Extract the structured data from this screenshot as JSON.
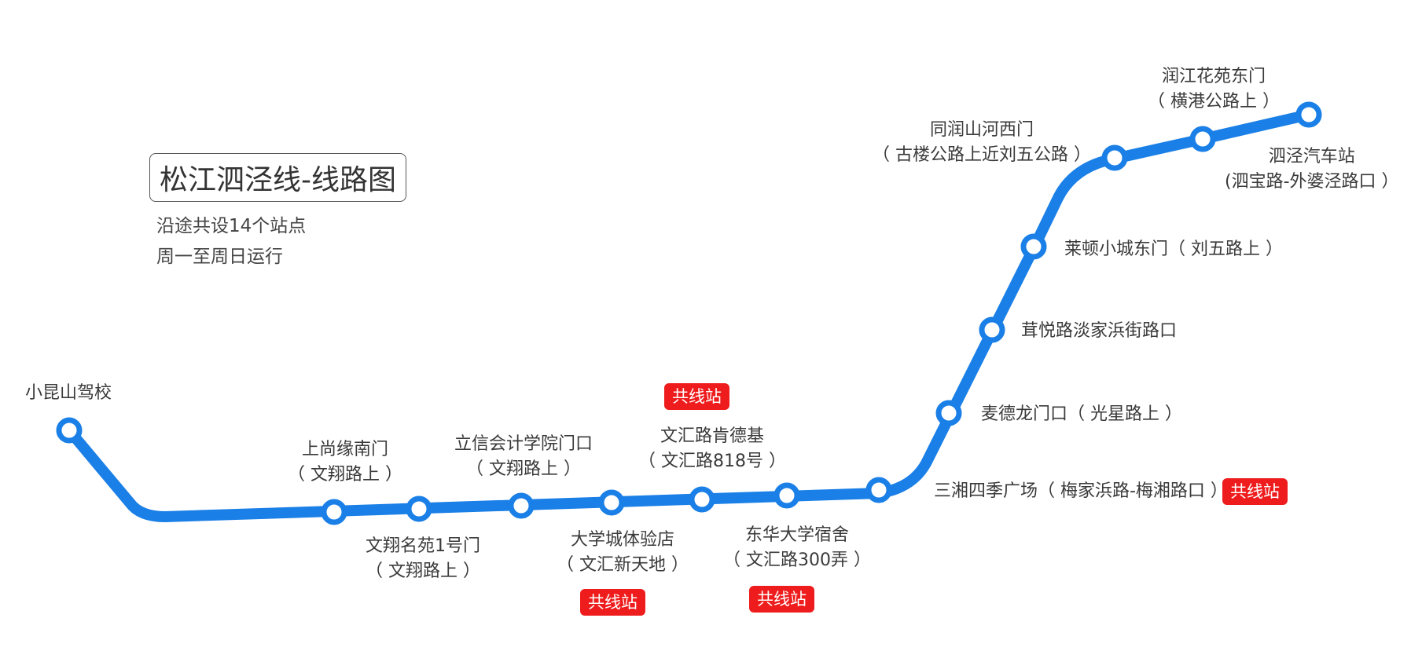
{
  "title": "松江泗泾线-线路图",
  "info": [
    "沿途共设14个站点",
    "周一至周日运行"
  ],
  "line_color": "#1a7fe6",
  "badge_color": "#ee1c1c",
  "badge_text": "共线站",
  "stations": [
    {
      "name": "小昆山驾校",
      "sub": ""
    },
    {
      "name": "上尚缘南门",
      "sub": "（ 文翔路上 ）"
    },
    {
      "name": "文翔名苑1号门",
      "sub": "（ 文翔路上 ）"
    },
    {
      "name": "立信会计学院门口",
      "sub": "（ 文翔路上 ）"
    },
    {
      "name": "大学城体验店",
      "sub": "（ 文汇新天地 ）",
      "shared": true
    },
    {
      "name": "文汇路肯德基",
      "sub": "（ 文汇路818号 ）",
      "shared": true
    },
    {
      "name": "东华大学宿舍",
      "sub": "（ 文汇路300弄 ）",
      "shared": true
    },
    {
      "name": "三湘四季广场（ 梅家浜路-梅湘路口 ）",
      "sub": "",
      "shared": true
    },
    {
      "name": "麦德龙门口（ 光星路上 ）",
      "sub": ""
    },
    {
      "name": "茸悦路淡家浜街路口",
      "sub": ""
    },
    {
      "name": "莱顿小城东门（ 刘五路上 ）",
      "sub": ""
    },
    {
      "name": "同润山河西门",
      "sub": "（ 古楼公路上近刘五公路 ）"
    },
    {
      "name": "润江花苑东门",
      "sub": "（ 横港公路上 ）"
    },
    {
      "name": "泗泾汽车站",
      "sub": "(泗宝路-外婆泾路口 ）"
    }
  ]
}
